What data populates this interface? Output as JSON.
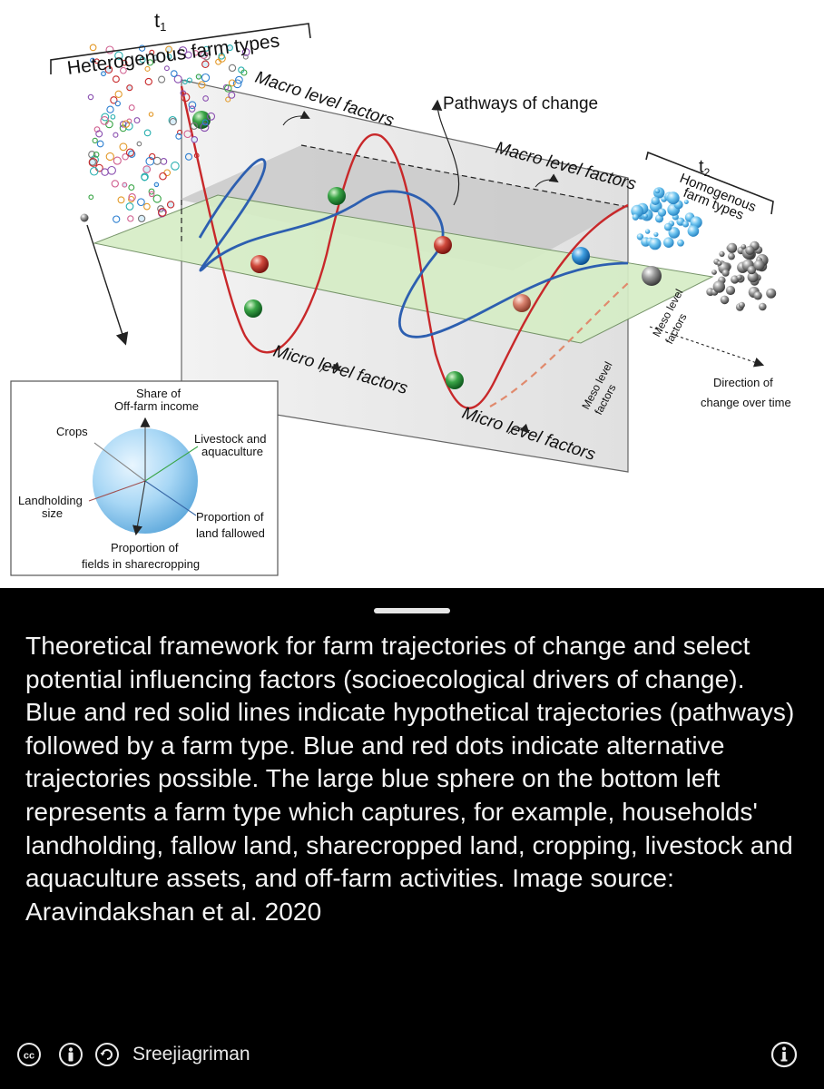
{
  "diagram": {
    "t1_label": "t",
    "t1_sub": "1",
    "heterogenous_label": "Heterogenous farm types",
    "t2_label": "t",
    "t2_sub": "2",
    "homogenous_line1": "Homogenous",
    "homogenous_line2": "farm types",
    "macro_top_left": "Macro level factors",
    "macro_top_right": "Macro level factors",
    "pathways": "Pathways of change",
    "micro_left": "Micro level factors",
    "micro_right": "Micro level factors",
    "meso_right_line1": "Meso level",
    "meso_right_line2": "factors",
    "meso_bottom_line1": "Meso level",
    "meso_bottom_line2": "factors",
    "direction_line1": "Direction of",
    "direction_line2": "change over time",
    "inset": {
      "share_line1": "Share of",
      "share_line2": "Off-farm income",
      "crops": "Crops",
      "livestock_line1": "Livestock and",
      "livestock_line2": "aquaculture",
      "landholding_line1": "Landholding",
      "landholding_line2": "size",
      "fallowed_line1": "Proportion of",
      "fallowed_line2": "land  fallowed",
      "sharecropping_line1": "Proportion of",
      "sharecropping_line2": "fields in sharecropping"
    }
  },
  "caption": "Theoretical framework for farm trajectories of change and select potential influencing factors (socioecological drivers of change). Blue and red solid lines indicate hypothetical trajectories (pathways) followed by a farm type. Blue and red dots indicate alternative trajectories possible. The large blue sphere on the bottom left represents a farm type which captures, for example, households' landholding, fallow land, sharecropped land, cropping, livestock and aquaculture assets, and off-farm activities. Image source: Aravindakshan et al. 2020",
  "footer": {
    "author": "Sreejiagriman",
    "cc_icon": "cc-icon",
    "by_icon": "attribution-icon",
    "sa_icon": "share-alike-icon",
    "info_icon": "info-icon"
  },
  "colors": {
    "red_line": "#c8282a",
    "blue_line": "#2d5fb0",
    "green_plane": "#d8eec8",
    "grey_plane": "#c7c7c7",
    "caption_bg": "#000000"
  }
}
